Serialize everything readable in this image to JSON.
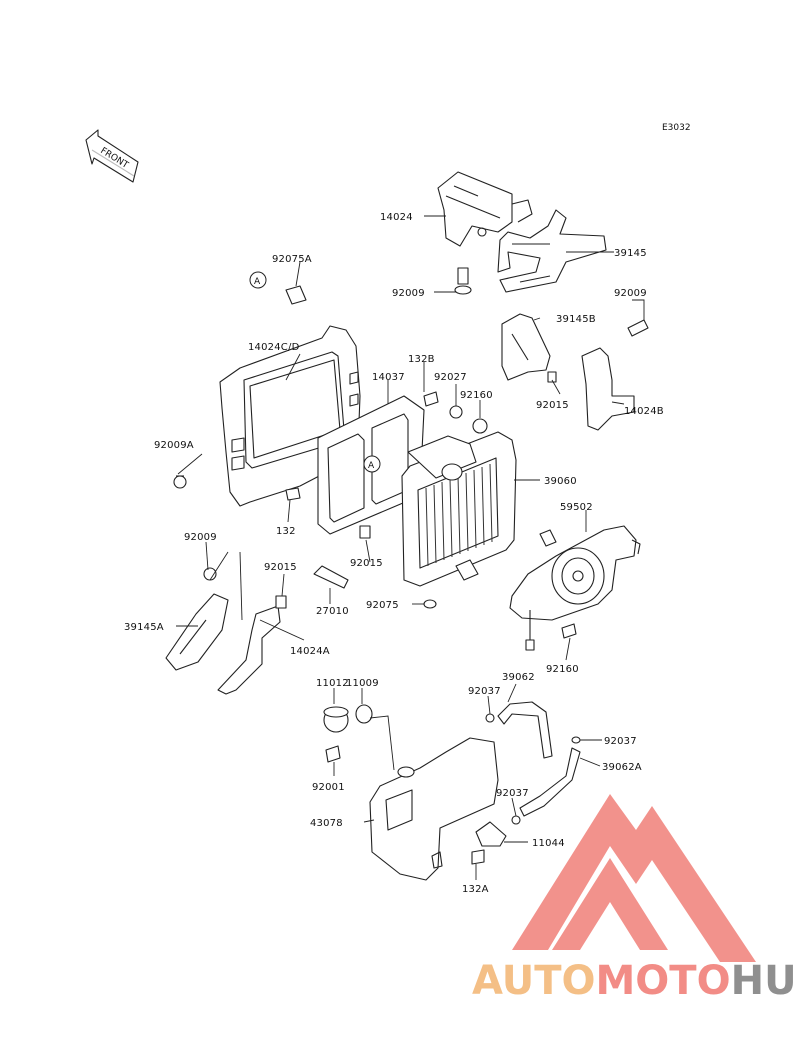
{
  "diagram": {
    "code": "E3032",
    "front_label": "FRONT",
    "ref_marker": "A",
    "parts": {
      "p14024": "14024",
      "p39145": "39145",
      "p92009_top": "92009",
      "p92009_right": "92009",
      "p92075A": "92075A",
      "p39145B": "39145B",
      "p14024CD": "14024C/D",
      "p132B": "132B",
      "p14037": "14037",
      "p92027": "92027",
      "p92160_top": "92160",
      "p92015_right": "92015",
      "p14024B": "14024B",
      "p92009A": "92009A",
      "p39060": "39060",
      "p132": "132",
      "p59502": "59502",
      "p92009_left": "92009",
      "p92015_mid": "92015",
      "p92015_left": "92015",
      "p27010": "27010",
      "p92075": "92075",
      "p39145A": "39145A",
      "p14024A": "14024A",
      "p92160_bottom": "92160",
      "p11012": "11012",
      "p11009": "11009",
      "p39062": "39062",
      "p92037_a": "92037",
      "p92037_b": "92037",
      "p92037_c": "92037",
      "p39062A": "39062A",
      "p92001": "92001",
      "p43078": "43078",
      "p11044": "11044",
      "p132A": "132A"
    }
  },
  "watermark": {
    "part1": "AUTO",
    "part2": "MOTO",
    "part3": "HUB",
    "color_auto": "#f4bf86",
    "color_moto": "#f28c86",
    "color_hub": "#8f8f8f",
    "logo_color": "#f07f78"
  }
}
